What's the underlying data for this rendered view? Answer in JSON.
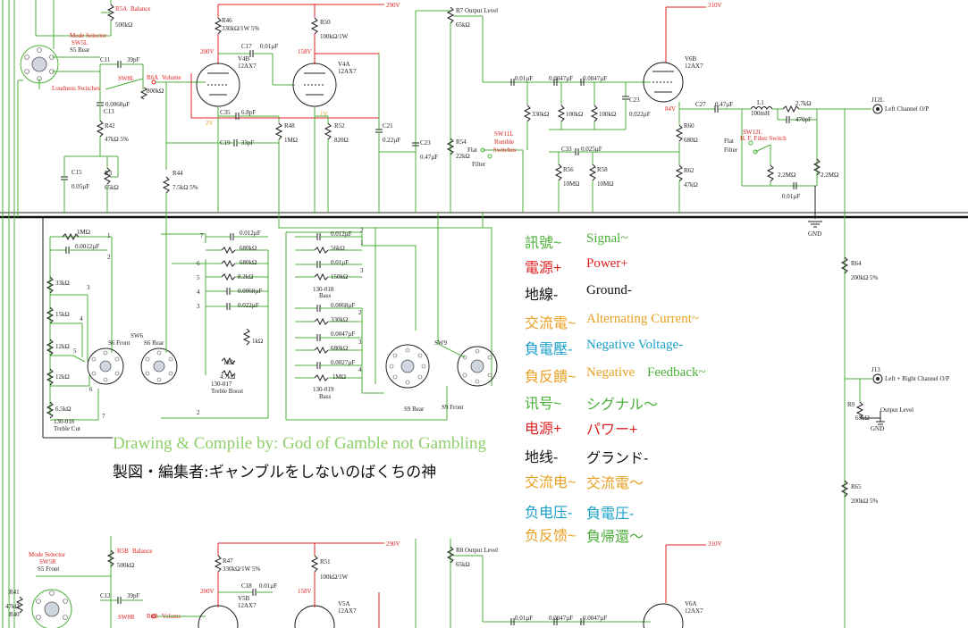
{
  "colors": {
    "signal": "#4caf3a",
    "power": "#e02020",
    "ground": "#111111",
    "ac": "#e8a020",
    "neg_voltage": "#1aa0c8",
    "feedback": "#e8a020"
  },
  "supply": {
    "v290": "290V",
    "v310": "310V",
    "v200": "200V",
    "v158": "158V",
    "v84": "84V",
    "v2": "2V",
    "v1": "1V"
  },
  "tubes": {
    "v4b": "V4B",
    "v4b_type": "12AX7",
    "v4a": "V4A",
    "v4a_type": "12AX7",
    "v6b": "V6B",
    "v6b_type": "12AX7",
    "v5b": "V5B",
    "v5b_type": "12AX7",
    "v5a": "V5A",
    "v5a_type": "12AX7",
    "v6a": "V6A",
    "v6a_type": "12AX7"
  },
  "labels": {
    "r5a": "R5A",
    "balance": "Balance",
    "r5a_val": "500kΩ",
    "mode_selector": "Mode Selector",
    "sw5l": "SW5L",
    "s5_rear": "S5 Rear",
    "c11": "C11",
    "c11_val": "39pF",
    "sw8l": "SW8L",
    "r6a": "R6A",
    "volume": "Volume",
    "r6a_val": "800kΩ",
    "loudness": "Loudness Switches",
    "c13": "C13",
    "c13_val": "0.0068µF",
    "r42": "R42",
    "r42_val": "47kΩ 5%",
    "c15": "C15",
    "c15_val": "0.05µF",
    "r3": "R3",
    "r3_val": "65kΩ",
    "r46": "R46",
    "r46_val": "330kΩ/1W 5%",
    "r50": "R50",
    "r50_val": "100kΩ/1W",
    "c17": "C17",
    "c17_val": "0.01µF",
    "c35": "C35",
    "c35_val": "6.8pF",
    "r48": "R48",
    "r48_val": "1MΩ",
    "r52": "R52",
    "r52_val": "820Ω",
    "c21": "C21",
    "c21_val": "0.22µF",
    "c19": "C19",
    "c19_val": "33pF",
    "r44": "R44",
    "r44_val": "7.5kΩ 5%",
    "r7": "R7",
    "output_level": "Output Level",
    "r7_val": "65kΩ",
    "c23a": "C23",
    "c23a_val": "0.47µF",
    "r54": "R54",
    "r54_val": "22kΩ",
    "flat": "Flat",
    "filter": "Filter",
    "sw11l": "SW11L",
    "rumble": "Rumble",
    "switches": "Switches",
    "c_001a": "0.01µF",
    "c_0047a": "0.0047µF",
    "c_0047b": "0.0047µF",
    "r_330k": "330kΩ",
    "r_100ka": "100kΩ",
    "r_100kb": "100kΩ",
    "c23b": "C23",
    "c23b_val": "0.022µF",
    "c33": "C33",
    "c33_val": "0.025µF",
    "r56": "R56",
    "r56_val": "10MΩ",
    "r58": "R58",
    "r58_val": "10MΩ",
    "r60": "R60",
    "r60_val": "680Ω",
    "r62": "R62",
    "r62_val": "47kΩ",
    "c27": "C27",
    "c27_val": "0.47µF",
    "l1": "L1",
    "l1_val": "100mH",
    "r_27k": "2.7kΩ",
    "c_470p": "470pF",
    "sw12l": "SW12L",
    "hf_filter": "H. F. Filter Switch",
    "flat2": "Flat",
    "filter2": "Filter",
    "r_22m_a": "2.2MΩ",
    "r_22m_b": "2.2MΩ",
    "c_001b": "0.01µF",
    "j12l": "J12L",
    "left_out": "Left Channel O/P",
    "gnd": "GND",
    "r64": "R64",
    "r64_val": "200kΩ 5%",
    "j13": "J13",
    "lr_out": "Left + Right Channel O/P",
    "r9": "R9",
    "r9_val": "65kΩ",
    "output_level2": "Output Level",
    "gnd2": "GND",
    "r65": "R65",
    "r65_val": "200kΩ 5%",
    "r_1m": "1MΩ",
    "c_0012": "0.0012µF",
    "r_33k": "33kΩ",
    "r_15k": "15kΩ",
    "r_12ka": "12kΩ",
    "r_12kb": "12kΩ",
    "r_65k": "6.5kΩ",
    "s6_front": "S6 Front",
    "sw6": "SW6",
    "s6_rear": "S6 Rear",
    "treble_cut_id": "130-016",
    "treble_cut": "Treble Cut",
    "c_0012b": "0.012µF",
    "r_680a": "680kΩ",
    "r_680b": "680kΩ",
    "r_82k": "8.2kΩ",
    "c_00068": "0.0068µF",
    "c_0022": "0.022µF",
    "r_1ka": "1kΩ",
    "r_1kb": "1kΩ",
    "r_47k": "4.7kΩ",
    "treble_boost_id": "130-017",
    "treble_boost": "Treble Boost",
    "c_0012c": "0.012µF",
    "r_56k": "56kΩ",
    "c_001c": "0.01µF",
    "r_150k": "150kΩ",
    "bass_id1": "130-018",
    "bass1": "Bass",
    "c_00068b": "0.0068µF",
    "r_330kb": "330kΩ",
    "c_00047": "0.0047µF",
    "r_680c": "680kΩ",
    "c_00027": "0.0027µF",
    "r_1mb": "1MΩ",
    "bass_id2": "130-019",
    "bass2": "Bass",
    "sw9": "SW9",
    "s9_rear": "S9 Rear",
    "s9_front": "S9 Front",
    "r5b": "R5B",
    "balance_b": "Balance",
    "r5b_val": "500kΩ",
    "mode_selector_b": "Mode Selector",
    "sw5r": "SW5R",
    "s5_front": "S5 Front",
    "r41": "R41",
    "r41_val": "47kΩ",
    "r40": "R40",
    "c12": "C12",
    "c12_val": "39pF",
    "sw8r": "SW8R",
    "r6b": "R6B",
    "volume_b": "Volume",
    "r47": "R47",
    "r47_val": "330kΩ/1W 5%",
    "r51": "R51",
    "r51_val": "100kΩ/1W",
    "c18": "C18",
    "c18_val": "0.01µF",
    "r8": "R8",
    "output_level_b": "Output Level",
    "r8_val": "65kΩ",
    "c_001d": "0.01µF",
    "c_0047c": "0.0047µF",
    "c_0047d": "0.0047µF",
    "pin1": "1",
    "pin2": "2",
    "pin3": "3",
    "pin4": "4",
    "pin5": "5",
    "pin6": "6",
    "pin7": "7"
  },
  "legend": [
    {
      "zh": "訊號~",
      "en": "Signal~",
      "zh_color": "#4caf3a",
      "en_color": "#4caf3a"
    },
    {
      "zh": "電源+",
      "en": "Power+",
      "zh_color": "#e02020",
      "en_color": "#e02020"
    },
    {
      "zh": "地線-",
      "en": "Ground-",
      "zh_color": "#111111",
      "en_color": "#111111"
    },
    {
      "zh": "交流電~",
      "en": "Alternating Current~",
      "zh_color": "#e8a020",
      "en_color": "#e8a020"
    },
    {
      "zh": "負電壓-",
      "en": "Negative Voltage-",
      "zh_color": "#1aa0c8",
      "en_color": "#1aa0c8"
    },
    {
      "zh": "負反饋~",
      "en": "Negative",
      "en2": "Feedback~",
      "zh_color": "#e8a020",
      "en_color": "#e8a020",
      "en2_color": "#4caf3a"
    },
    {
      "zh": "讯号~",
      "en": "シグナル～",
      "zh_color": "#4caf3a",
      "en_color": "#4caf3a"
    },
    {
      "zh": "电源+",
      "en": "パワー+",
      "zh_color": "#e02020",
      "en_color": "#e02020"
    },
    {
      "zh": "地线-",
      "en": "グランド-",
      "zh_color": "#111111",
      "en_color": "#111111"
    },
    {
      "zh": "交流电~",
      "en": "交流電～",
      "zh_color": "#e8a020",
      "en_color": "#e8a020"
    },
    {
      "zh": "负电压-",
      "en": "負電圧-",
      "zh_color": "#1aa0c8",
      "en_color": "#1aa0c8"
    },
    {
      "zh": "负反馈~",
      "en": "負帰還～",
      "zh_color": "#e8a020",
      "en_color": "#4caf3a"
    }
  ],
  "credit": "Drawing & Compile by: God of Gamble not Gambling",
  "compiler": "製図・編集者:ギャンブルをしないのばくちの神"
}
